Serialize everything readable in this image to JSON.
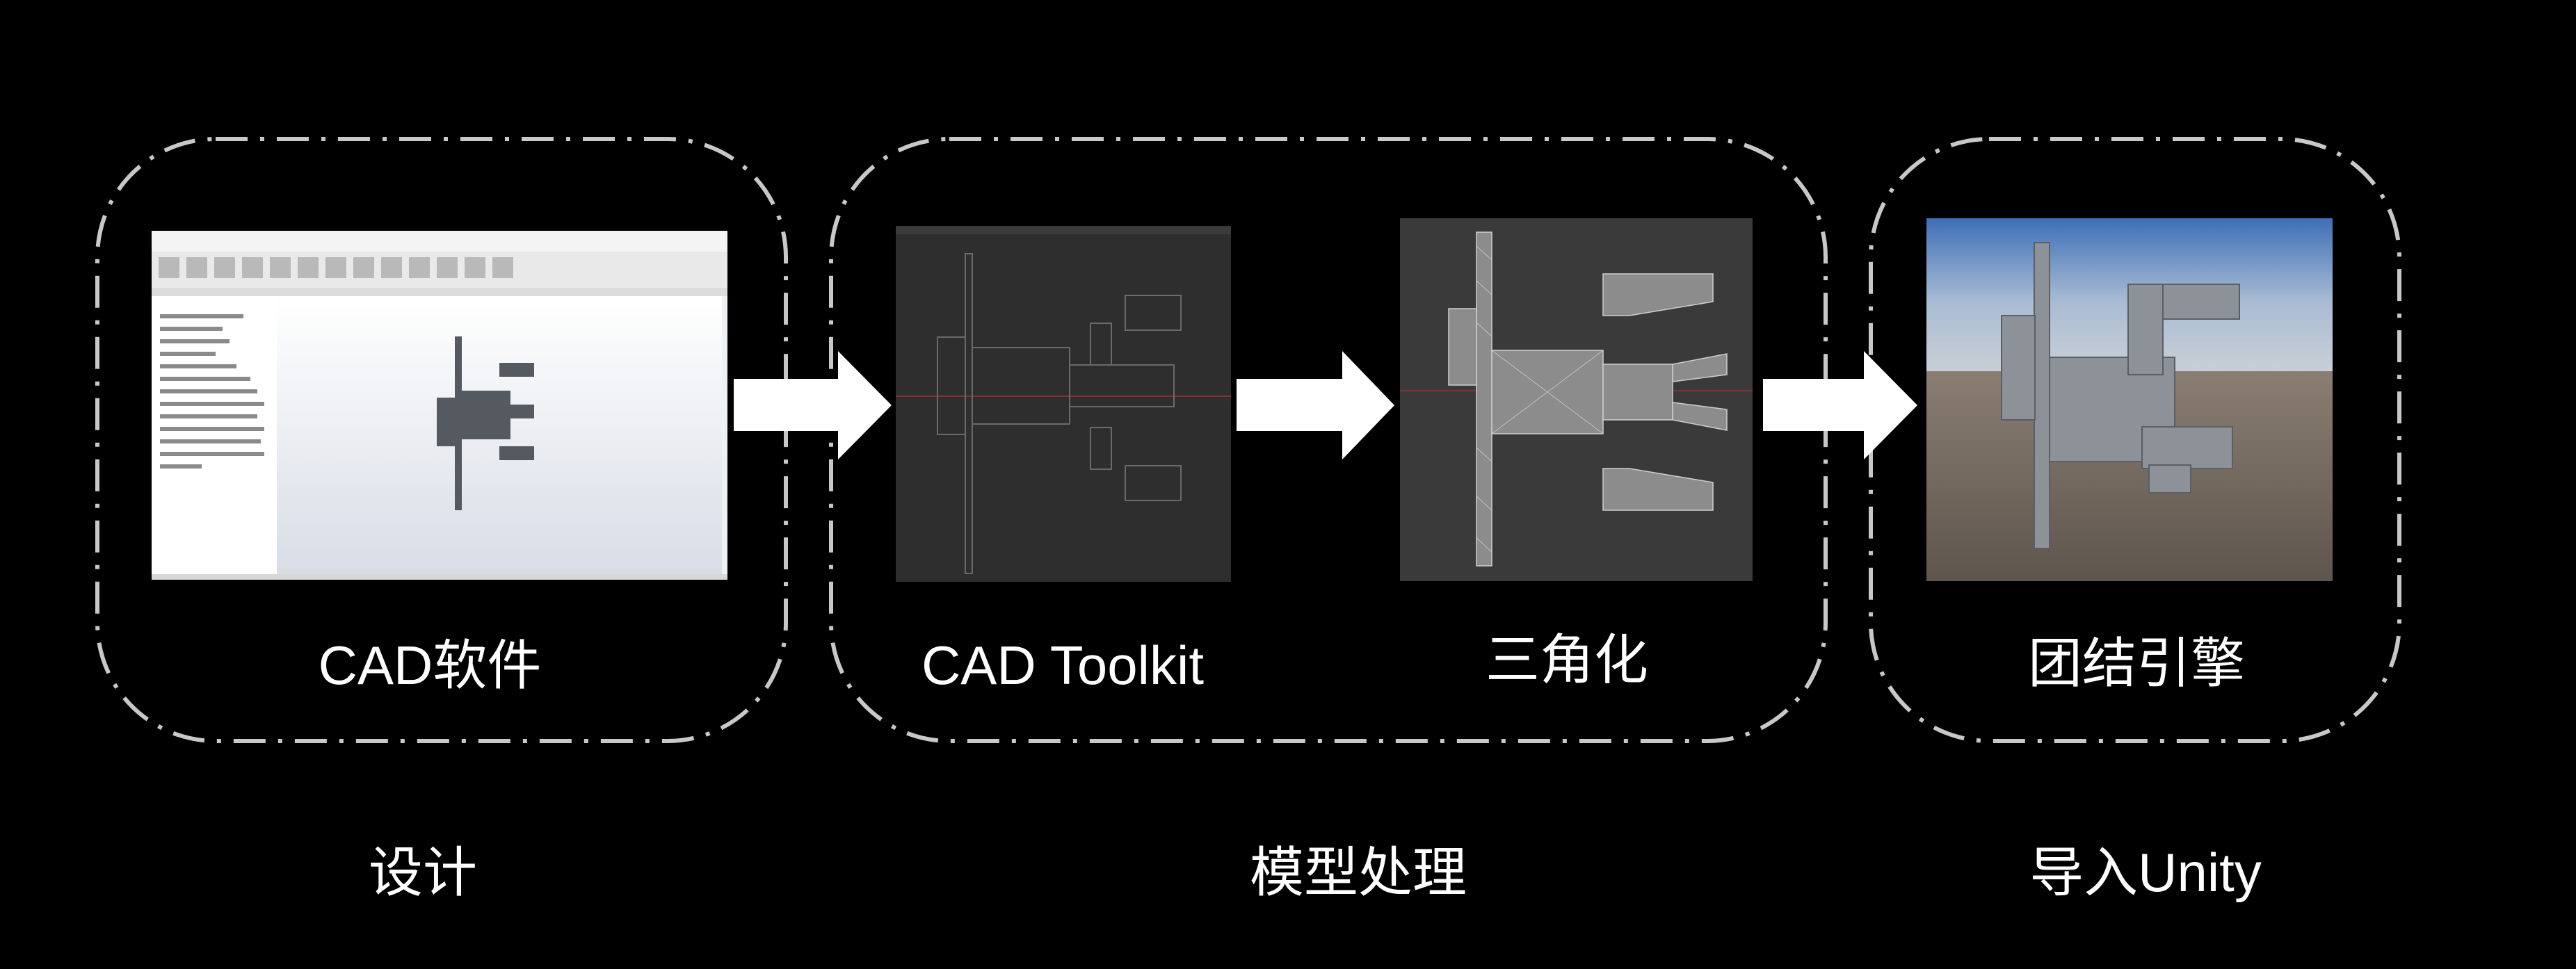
{
  "stages": {
    "cad_software": {
      "label": "CAD软件"
    },
    "cad_toolkit": {
      "label": "CAD Toolkit"
    },
    "triangulation": {
      "label": "三角化"
    },
    "unity_engine": {
      "label": "团结引擎"
    }
  },
  "groups": {
    "design": "设计",
    "model_processing": "模型处理",
    "import_unity": "导入Unity"
  },
  "icons": [
    "arrow-right-icon"
  ],
  "colors": {
    "background": "#000000",
    "border": "#c8c8c8",
    "text": "#ffffff"
  }
}
